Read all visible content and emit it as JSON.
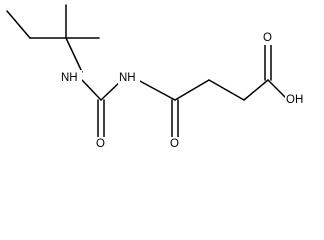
{
  "molecule": {
    "atoms": {
      "nh_left": "NH",
      "nh_right": "NH",
      "o_urea": "O",
      "o_amide": "O",
      "o_acid_carbonyl": "O",
      "oh_acid": "OH"
    }
  }
}
